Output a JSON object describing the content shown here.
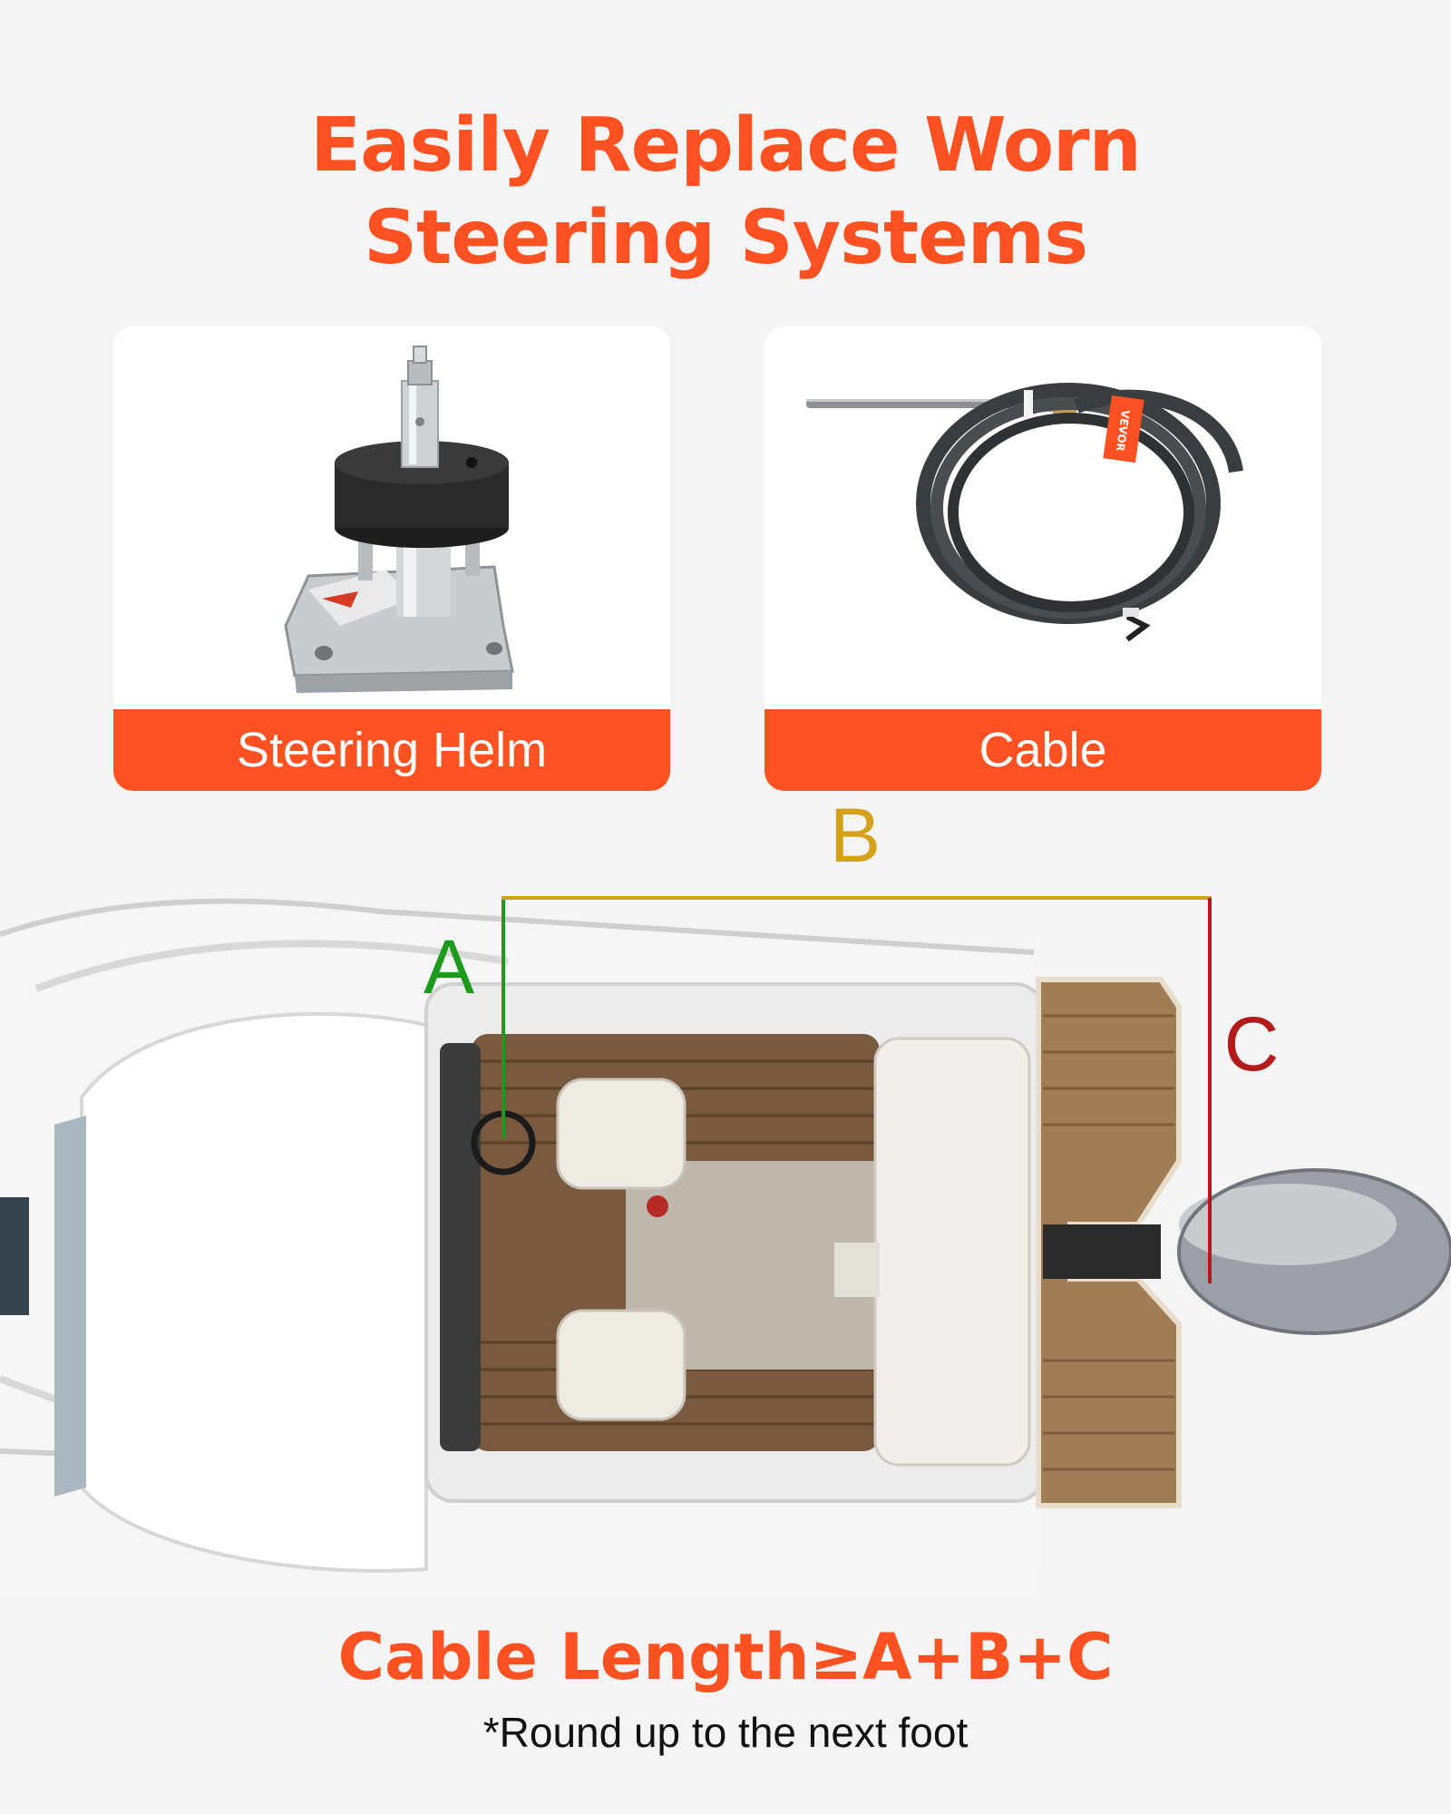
{
  "title": {
    "line1": "Easily Replace Worn",
    "line2": "Steering Systems"
  },
  "products": [
    {
      "label": "Steering Helm",
      "icon": "steering-helm-image"
    },
    {
      "label": "Cable",
      "icon": "steering-cable-coil-image"
    }
  ],
  "cable_brand": "VEVOR",
  "diagram": {
    "label_a": "A",
    "label_b": "B",
    "label_c": "C",
    "color_a": "#1c9a1c",
    "color_b": "#d3a21a",
    "color_c": "#b31b1b"
  },
  "formula": "Cable Length≥A+B+C",
  "note": "*Round up to the next foot",
  "colors": {
    "accent": "#fe5121",
    "background": "#f4f4f4"
  }
}
